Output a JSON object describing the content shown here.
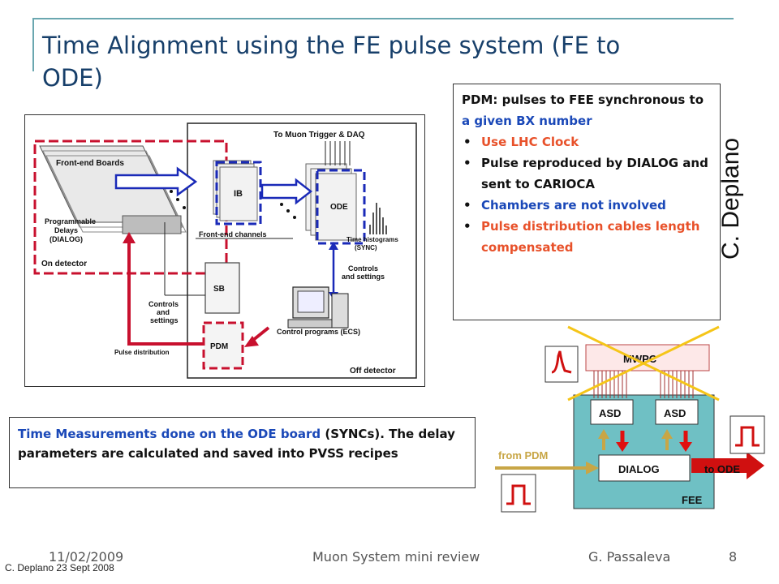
{
  "slide": {
    "title": "Time Alignment using the FE pulse system (FE to ODE)",
    "vertical_name": "C. Deplano"
  },
  "diagram": {
    "labels": {
      "to_muon_trigger": "To Muon Trigger & DAQ",
      "front_end_boards": "Front-end Boards",
      "programmable": "Programmable",
      "delays": "Delays",
      "dialog": "(DIALOG)",
      "on_detector": "On detector",
      "ib": "IB",
      "ode": "ODE",
      "front_end_channels": "Front-end channels",
      "time_histograms": "Time histograms",
      "sync": "(SYNC)",
      "controls_and_settings_1": "Controls",
      "controls_and_settings_2": "and settings",
      "controls_1": "Controls",
      "controls_2": "and",
      "controls_3": "settings",
      "sb": "SB",
      "pdm": "PDM",
      "pulse_distribution": "Pulse distribution",
      "control_programs": "Control programs (ECS)",
      "off_detector": "Off detector"
    }
  },
  "pdm_box": {
    "intro_1": "PDM: pulses to FEE synchronous to ",
    "intro_blue": "a given BX number",
    "bullet": "•",
    "items": [
      {
        "text": "Use LHC Clock",
        "color": "#e8512a"
      },
      {
        "text": "Pulse reproduced by DIALOG and sent to CARIOCA",
        "color": "#111111"
      },
      {
        "text": "Chambers are not involved",
        "color": "#1a48b8"
      },
      {
        "text": "Pulse distribution cables length compensated",
        "color": "#e8512a"
      }
    ]
  },
  "measurements": {
    "part_blue": "Time Measurements done on the ODE board",
    "part_black": " (SYNCs). The delay parameters are calculated and saved into PVSS recipes"
  },
  "fee": {
    "mwpc": "MWPC",
    "asd_left": "ASD",
    "asd_right": "ASD",
    "dialog": "DIALOG",
    "fee": "FEE",
    "from_pdm": "from PDM",
    "to_ode": "to ODE"
  },
  "footer": {
    "date": "11/02/2009",
    "center": "Muon System mini review",
    "author": "G. Passaleva",
    "page": "8",
    "credit": "C. Deplano 23 Sept 2008"
  },
  "colors": {
    "title": "#173f6a",
    "accent_line": "#6aa7b0",
    "orange": "#e8512a",
    "blue": "#1a48b8",
    "dashed_red": "#c8102e",
    "dashed_blue": "#1a2ab8",
    "fee_teal": "#6fc0c4",
    "yellow": "#f5c518",
    "olive": "#c8a646"
  }
}
